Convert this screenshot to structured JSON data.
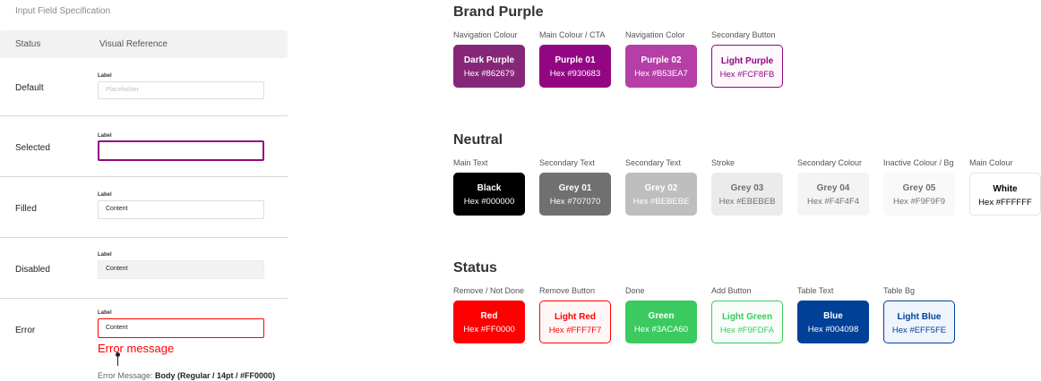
{
  "spec": {
    "title": "Input Field Specification",
    "header": {
      "status": "Status",
      "visual": "Visual Reference"
    },
    "rows": [
      {
        "status": "Default",
        "label": "Label",
        "value": "",
        "placeholder": "Placeholder"
      },
      {
        "status": "Selected",
        "label": "Label",
        "value": ""
      },
      {
        "status": "Filled",
        "label": "Label",
        "value": "Content"
      },
      {
        "status": "Disabled",
        "label": "Label",
        "value": "Content"
      },
      {
        "status": "Error",
        "label": "Label",
        "value": "Content"
      }
    ],
    "error_message": "Error message",
    "error_caption_prefix": "Error Message: ",
    "error_caption_value": "Body (Regular / 14pt / #FF0000)"
  },
  "palette": {
    "brand": {
      "title": "Brand Purple",
      "swatches": [
        {
          "caption": "Navigation Colour",
          "name": "Dark Purple",
          "hex": "Hex #862679",
          "color": "#862679"
        },
        {
          "caption": "Main Colour / CTA",
          "name": "Purple 01",
          "hex": "Hex #930683",
          "color": "#930683"
        },
        {
          "caption": "Navigation Color",
          "name": "Purple 02",
          "hex": "Hex #B53EA7",
          "color": "#B53EA7"
        },
        {
          "caption": "Secondary Button",
          "name": "Light Purple",
          "hex": "Hex #FCF8FB",
          "color": "#FCF8FB"
        }
      ]
    },
    "neutral": {
      "title": "Neutral",
      "swatches": [
        {
          "caption": "Main Text",
          "name": "Black",
          "hex": "Hex #000000",
          "color": "#000000"
        },
        {
          "caption": "Secondary Text",
          "name": "Grey 01",
          "hex": "Hex #707070",
          "color": "#707070"
        },
        {
          "caption": "Secondary Text",
          "name": "Grey 02",
          "hex": "Hex #BEBEBE",
          "color": "#BEBEBE"
        },
        {
          "caption": "Stroke",
          "name": "Grey 03",
          "hex": "Hex #EBEBEB",
          "color": "#EBEBEB"
        },
        {
          "caption": "Secondary Colour",
          "name": "Grey 04",
          "hex": "Hex #F4F4F4",
          "color": "#F4F4F4"
        },
        {
          "caption": "Inactive Colour / Bg",
          "name": "Grey 05",
          "hex": "Hex #F9F9F9",
          "color": "#F9F9F9"
        },
        {
          "caption": "Main Colour",
          "name": "White",
          "hex": "Hex #FFFFFF",
          "color": "#FFFFFF"
        }
      ]
    },
    "status": {
      "title": "Status",
      "swatches": [
        {
          "caption": "Remove / Not Done",
          "name": "Red",
          "hex": "Hex #FF0000",
          "color": "#FF0000"
        },
        {
          "caption": "Remove Button",
          "name": "Light Red",
          "hex": "Hex #FFF7F7",
          "color": "#FFF7F7"
        },
        {
          "caption": "Done",
          "name": "Green",
          "hex": "Hex #3ACA60",
          "color": "#3ACA60"
        },
        {
          "caption": "Add Button",
          "name": "Light Green",
          "hex": "Hex #F9FDFA",
          "color": "#F9FDFA"
        },
        {
          "caption": "Table Text",
          "name": "Blue",
          "hex": "Hex #004098",
          "color": "#004098"
        },
        {
          "caption": "Table Bg",
          "name": "Light Blue",
          "hex": "Hex #EFF5FE",
          "color": "#EFF5FE"
        }
      ]
    }
  }
}
